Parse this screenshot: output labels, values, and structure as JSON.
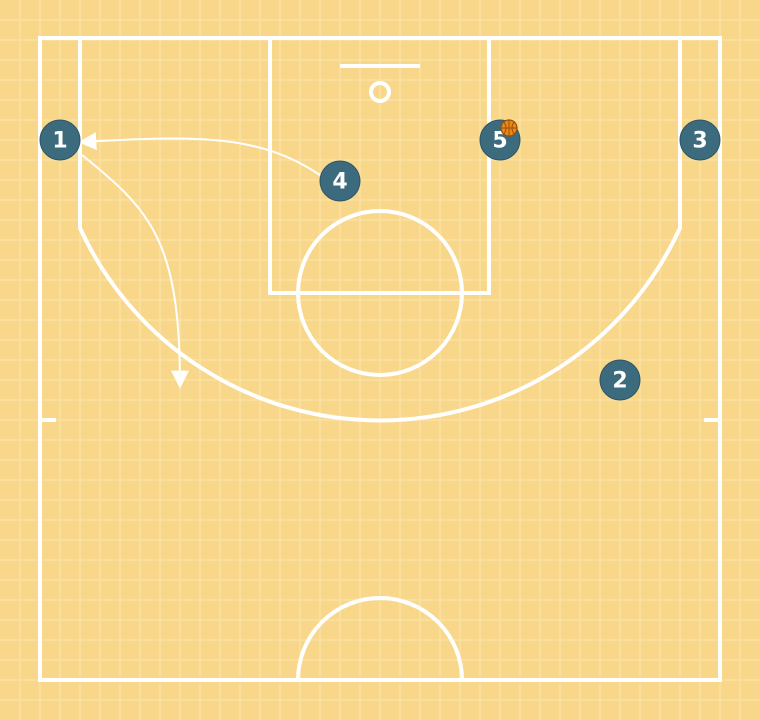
{
  "colors": {
    "court": "#f9d78a",
    "grid": "#fbe3a8",
    "lines": "#ffffff",
    "player": "#3d6b7e",
    "ball": "#e8891d"
  },
  "players": [
    {
      "label": "1"
    },
    {
      "label": "2"
    },
    {
      "label": "3"
    },
    {
      "label": "4"
    },
    {
      "label": "5"
    }
  ],
  "ball": {
    "icon": "basketball-icon",
    "holder": "5"
  },
  "actions": [
    {
      "type": "pass",
      "from": "4",
      "to": "1"
    },
    {
      "type": "cut",
      "from": "1"
    }
  ]
}
